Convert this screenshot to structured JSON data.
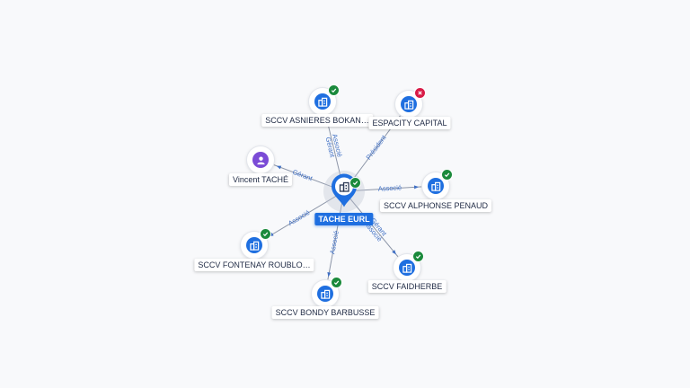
{
  "center": {
    "name": "TACHE EURL",
    "icon": "building-icon",
    "status": "active"
  },
  "colors": {
    "accent": "#1f6fe0",
    "person": "#7b4bd6",
    "status_ok": "#1b8a3c",
    "status_ko": "#d81b47",
    "edge": "#8d96a8",
    "edge_label": "#3f6fc4"
  },
  "nodes": [
    {
      "name": "SCCV ASNIERES BOKANOWSKI",
      "display": "SCCV ASNIERES BOKAN…",
      "type": "company",
      "status": "active"
    },
    {
      "name": "ESPACITY CAPITAL",
      "display": "ESPACITY CAPITAL",
      "type": "company",
      "status": "inactive"
    },
    {
      "name": "Vincent TACHÉ",
      "display": "Vincent TACHÉ",
      "type": "person",
      "status": "none"
    },
    {
      "name": "SCCV ALPHONSE PENAUD",
      "display": "SCCV ALPHONSE PENAUD",
      "type": "company",
      "status": "active"
    },
    {
      "name": "SCCV FONTENAY ROUBLOT",
      "display": "SCCV FONTENAY ROUBLO…",
      "type": "company",
      "status": "active"
    },
    {
      "name": "SCCV FAIDHERBE",
      "display": "SCCV FAIDHERBE",
      "type": "company",
      "status": "active"
    },
    {
      "name": "SCCV BONDY BARBUSSE",
      "display": "SCCV BONDY BARBUSSE",
      "type": "company",
      "status": "active"
    }
  ],
  "edges": [
    {
      "to": "SCCV ASNIERES BOKANOWSKI",
      "labels": [
        "Gérant",
        "Associé"
      ]
    },
    {
      "to": "ESPACITY CAPITAL",
      "labels": [
        "Président"
      ]
    },
    {
      "to": "Vincent TACHÉ",
      "labels": [
        "Gérant"
      ]
    },
    {
      "to": "SCCV ALPHONSE PENAUD",
      "labels": [
        "Associé"
      ]
    },
    {
      "to": "SCCV FONTENAY ROUBLOT",
      "labels": [
        "Associé"
      ]
    },
    {
      "to": "SCCV FAIDHERBE",
      "labels": [
        "Gérant",
        "Associé"
      ]
    },
    {
      "to": "SCCV BONDY BARBUSSE",
      "labels": [
        "Associé"
      ]
    }
  ]
}
